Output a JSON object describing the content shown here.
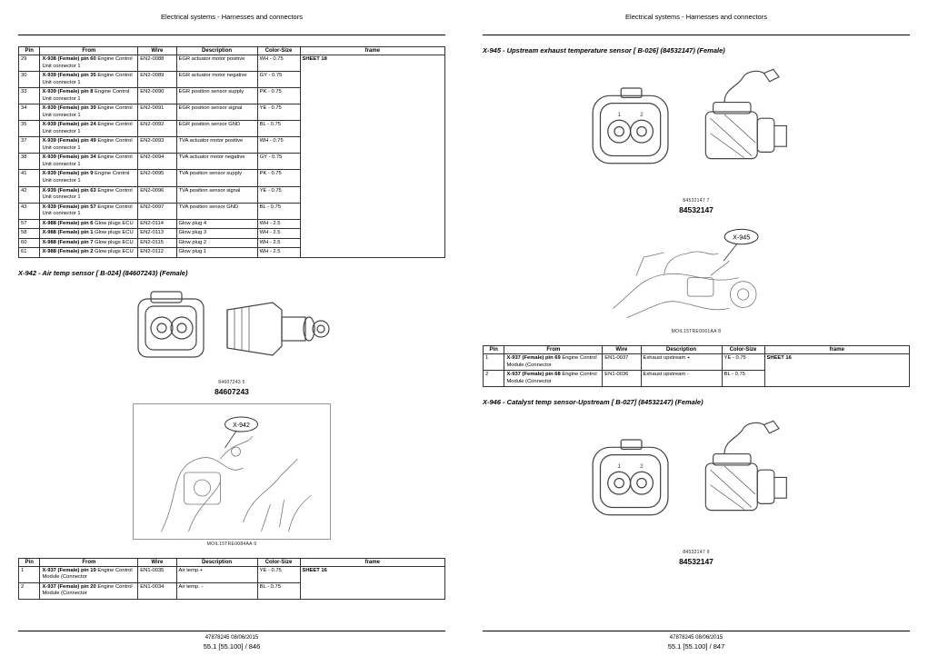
{
  "left": {
    "header": "Electrical systems - Harnesses and connectors",
    "main_table": {
      "headers": [
        "Pin",
        "From",
        "Wire",
        "Description",
        "Color-Size",
        "frame"
      ],
      "frame_note": "SHEET 18",
      "rows": [
        {
          "pin": "29",
          "from_b": "X-938 (Female) pin 60",
          "from_r": "Engine Control Unit connector 1",
          "wire": "EN2-0088",
          "description": "EGR actuator motor positive",
          "color_size": "WH - 0.75"
        },
        {
          "pin": "30",
          "from_b": "X-939 (Female) pin 35",
          "from_r": "Engine Control Unit connector 1",
          "wire": "EN2-0089",
          "description": "EGR actuator motor negative",
          "color_size": "GY - 0.75"
        },
        {
          "pin": "33",
          "from_b": "X-939 (Female) pin 8",
          "from_r": "Engine Control Unit connector 1",
          "wire": "EN2-0090",
          "description": "EGR position sensor supply",
          "color_size": "PK - 0.75"
        },
        {
          "pin": "34",
          "from_b": "X-939 (Female) pin 39",
          "from_r": "Engine Control Unit connector 1",
          "wire": "EN2-0091",
          "description": "EGR position sensor signal",
          "color_size": "YE - 0.75"
        },
        {
          "pin": "35",
          "from_b": "X-939 (Female) pin 24",
          "from_r": "Engine Control Unit connector 1",
          "wire": "EN2-0092",
          "description": "EGR position sensor GND",
          "color_size": "BL - 0.75"
        },
        {
          "pin": "37",
          "from_b": "X-939 (Female) pin 49",
          "from_r": "Engine Control Unit connector 1",
          "wire": "EN2-0093",
          "description": "TVA actuator motor positive",
          "color_size": "WH - 0.75"
        },
        {
          "pin": "38",
          "from_b": "X-939 (Female) pin 34",
          "from_r": "Engine Control Unit connector 1",
          "wire": "EN2-0094",
          "description": "TVA actuator motor negative",
          "color_size": "GY - 0.75"
        },
        {
          "pin": "41",
          "from_b": "X-939 (Female) pin 9",
          "from_r": "Engine Control Unit connector 1",
          "wire": "EN2-0095",
          "description": "TVA position sensor supply",
          "color_size": "PK - 0.75"
        },
        {
          "pin": "42",
          "from_b": "X-939 (Female) pin 63",
          "from_r": "Engine Control Unit connector 1",
          "wire": "EN2-0096",
          "description": "TVA position sensor signal",
          "color_size": "YE - 0.75"
        },
        {
          "pin": "43",
          "from_b": "X-939 (Female) pin 57",
          "from_r": "Engine Control Unit connector 1",
          "wire": "EN2-0097",
          "description": "TVA position sensor GND",
          "color_size": "BL - 0.75"
        },
        {
          "pin": "57",
          "from_b": "X-988 (Female) pin 6",
          "from_r": "Glow plugs ECU",
          "wire": "EN2-0114",
          "description": "Glow plug 4",
          "color_size": "WH - 2.5"
        },
        {
          "pin": "58",
          "from_b": "X-988 (Female) pin 1",
          "from_r": "Glow plugs ECU",
          "wire": "EN2-0113",
          "description": "Glow plug 3",
          "color_size": "WH - 2.5"
        },
        {
          "pin": "60",
          "from_b": "X-988 (Female) pin 7",
          "from_r": "Glow plugs ECU",
          "wire": "EN2-0115",
          "description": "Glow plug 2",
          "color_size": "WH - 2.5"
        },
        {
          "pin": "61",
          "from_b": "X-988 (Female) pin 2",
          "from_r": "Glow plugs ECU",
          "wire": "EN2-0112",
          "description": "Glow plug 1",
          "color_size": "WH - 2.5"
        }
      ]
    },
    "sec942": {
      "title": "X-942 - Air temp sensor [ B-024] (84607243) (Female)",
      "fig1_caption_sm": "84607243    5",
      "fig1_caption_bold": "84607243",
      "fig2_balloon": "X-942",
      "fig2_caption_sm": "MOIL15TRE0084AA    9",
      "table": {
        "headers": [
          "Pin",
          "From",
          "Wire",
          "Description",
          "Color-Size",
          "frame"
        ],
        "frame_note": "SHEET 16",
        "rows": [
          {
            "pin": "1",
            "from_b": "X-937 (Female) pin 19",
            "from_r": "Engine Control Module (Connector",
            "wire": "EN1-0035",
            "description": "Air temp.+",
            "color_size": "YE - 0.75"
          },
          {
            "pin": "2",
            "from_b": "X-937 (Female) pin 20",
            "from_r": "Engine Control Module (Connector",
            "wire": "EN1-0034",
            "description": "Air temp. -",
            "color_size": "BL - 0.75"
          }
        ]
      }
    },
    "footer_l1": "47878245 08/06/2015",
    "footer_l2": "55.1 [55.100] / 846"
  },
  "right": {
    "header": "Electrical systems - Harnesses and connectors",
    "sec945": {
      "title": "X-945 - Upstream exhaust temperature sensor [ B-026] (84532147) (Female)",
      "fig1_caption_sm": "84532147    7",
      "fig1_caption_bold": "84532147",
      "pin1": "1",
      "pin2": "2",
      "fig2_balloon": "X-945",
      "fig2_caption_sm": "MOIL15TRE0061AA    8",
      "table": {
        "headers": [
          "Pin",
          "From",
          "Wire",
          "Description",
          "Color-Size",
          "frame"
        ],
        "frame_note": "SHEET 16",
        "rows": [
          {
            "pin": "1",
            "from_b": "X-937 (Female) pin 69",
            "from_r": "Engine Control Module (Connector",
            "wire": "EN1-0037",
            "description": "Exhaust upstream +",
            "color_size": "YE - 0.75"
          },
          {
            "pin": "2",
            "from_b": "X-937 (Female) pin 68",
            "from_r": "Engine Control Module (Connector",
            "wire": "EN1-0036",
            "description": "Exhaust upstream -",
            "color_size": "BL - 0.75"
          }
        ]
      }
    },
    "sec946": {
      "title": "X-946 - Catalyst temp sensor-Upstream [ B-027] (84532147) (Female)",
      "fig_caption_sm": "84532147    9",
      "fig_caption_bold": "84532147",
      "pin1": "1",
      "pin2": "2"
    },
    "footer_l1": "47878245 08/06/2015",
    "footer_l2": "55.1 [55.100] / 847"
  }
}
